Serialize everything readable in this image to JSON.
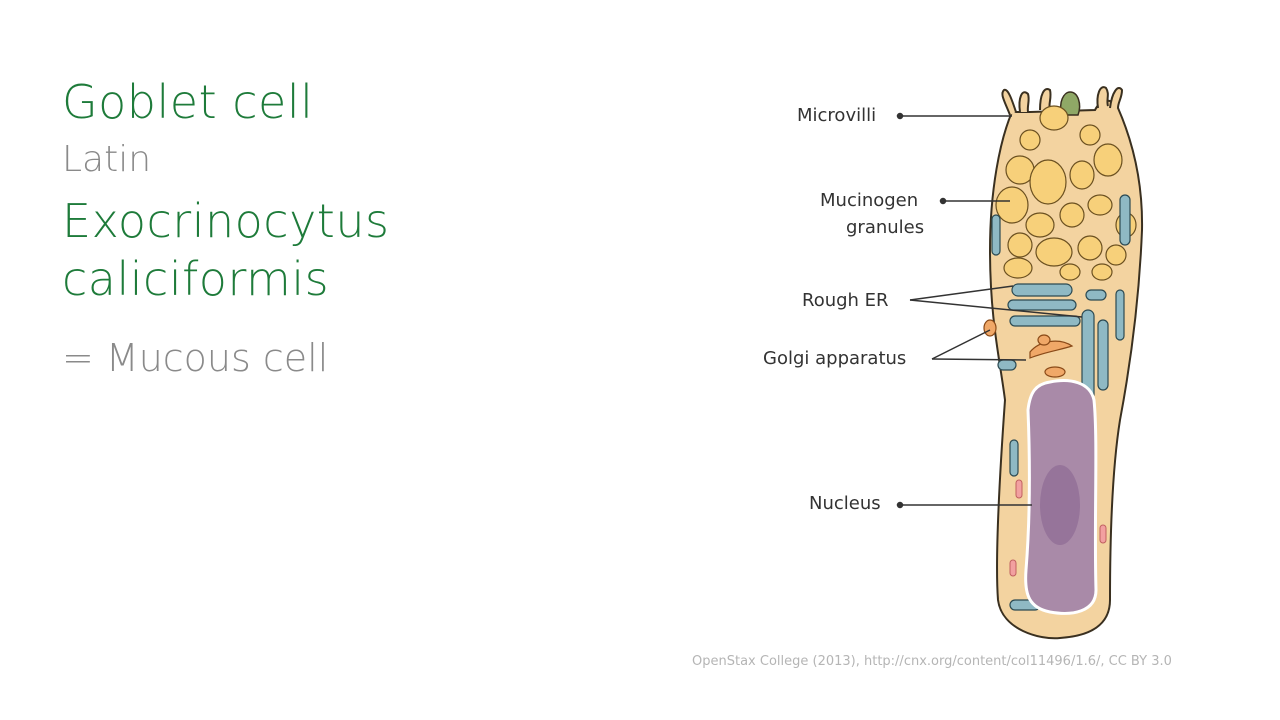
{
  "slide": {
    "title": "Goblet cell",
    "latin_label": "Latin",
    "latin_name": "Exocrinocytus caliciformis",
    "synonym": "= Mucous cell"
  },
  "diagram": {
    "subject": "goblet-cell",
    "labels": {
      "microvilli": "Microvilli",
      "mucinogen_line1": "Mucinogen",
      "mucinogen_line2": "granules",
      "rough_er": "Rough ER",
      "golgi": "Golgi apparatus",
      "nucleus": "Nucleus"
    }
  },
  "credit": "OpenStax College (2013), http://cnx.org/content/col11496/1.6/, CC BY 3.0",
  "colors": {
    "title_green": "#1e7b3a",
    "subtitle_grey": "#8a8a8a",
    "cytoplasm": "#f3d3a0",
    "granule": "#f7d07a",
    "er": "#8fb9c4",
    "nucleus": "#a98aa8",
    "golgi": "#f0a868"
  }
}
